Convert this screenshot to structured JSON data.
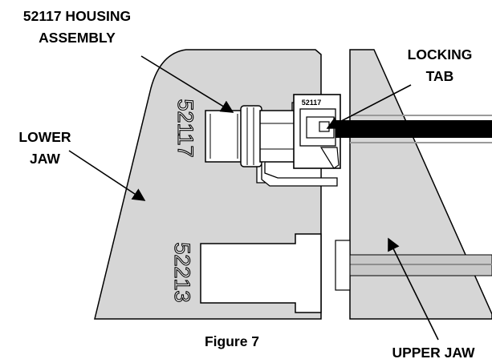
{
  "labels": {
    "housing_assembly_line1": "52117 HOUSING",
    "housing_assembly_line2": "ASSEMBLY",
    "locking_tab_line1": "LOCKING",
    "locking_tab_line2": "TAB",
    "lower_jaw_line1": "LOWER",
    "lower_jaw_line2": "JAW",
    "upper_jaw": "UPPER JAW"
  },
  "part_numbers": {
    "lower_jaw_upper_cavity": "52117",
    "lower_jaw_lower_cavity": "52213",
    "housing_top": "52117"
  },
  "caption": "Figure 7",
  "colors": {
    "jaw_fill": "#d6d6d6",
    "outline": "#000000",
    "wire": "#000000",
    "housing_fill": "#ffffff"
  }
}
